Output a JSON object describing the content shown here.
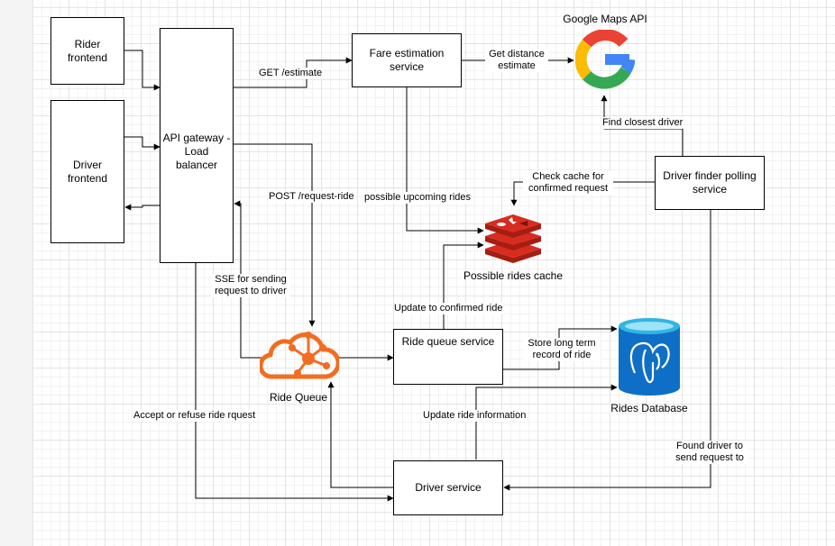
{
  "nodes": {
    "rider_frontend": "Rider frontend",
    "driver_frontend": "Driver frontend",
    "api_gateway": "API gateway - Load balancer",
    "fare_service": "Fare estimation service",
    "google_maps": "Google Maps API",
    "driver_finder": "Driver finder polling service",
    "rides_cache": "Possible rides cache",
    "ride_queue": "Ride Queue",
    "ride_queue_service": "Ride queue service",
    "rides_db": "Rides Database",
    "driver_service": "Driver service"
  },
  "edges": {
    "get_estimate": "GET /estimate",
    "get_distance": "Get distance estimate",
    "find_closest": "Find closest driver",
    "check_cache": "Check cache for confirmed request",
    "post_request": "POST /request-ride",
    "possible_rides": "possible upcoming rides",
    "sse": "SSE for sending request to driver",
    "update_confirmed": "Update to confirmed ride",
    "store_record": "Store long term record of ride",
    "update_info": "Update ride information",
    "accept_refuse": "Accept or refuse ride rquest",
    "found_driver": "Found driver to send request to"
  },
  "colors": {
    "redis": "#d82c20",
    "kafka": "#f26d21",
    "postgres": "#0f6fc6",
    "google_blue": "#4285f4",
    "google_red": "#ea4335",
    "google_yellow": "#fbbc05",
    "google_green": "#34a853"
  }
}
